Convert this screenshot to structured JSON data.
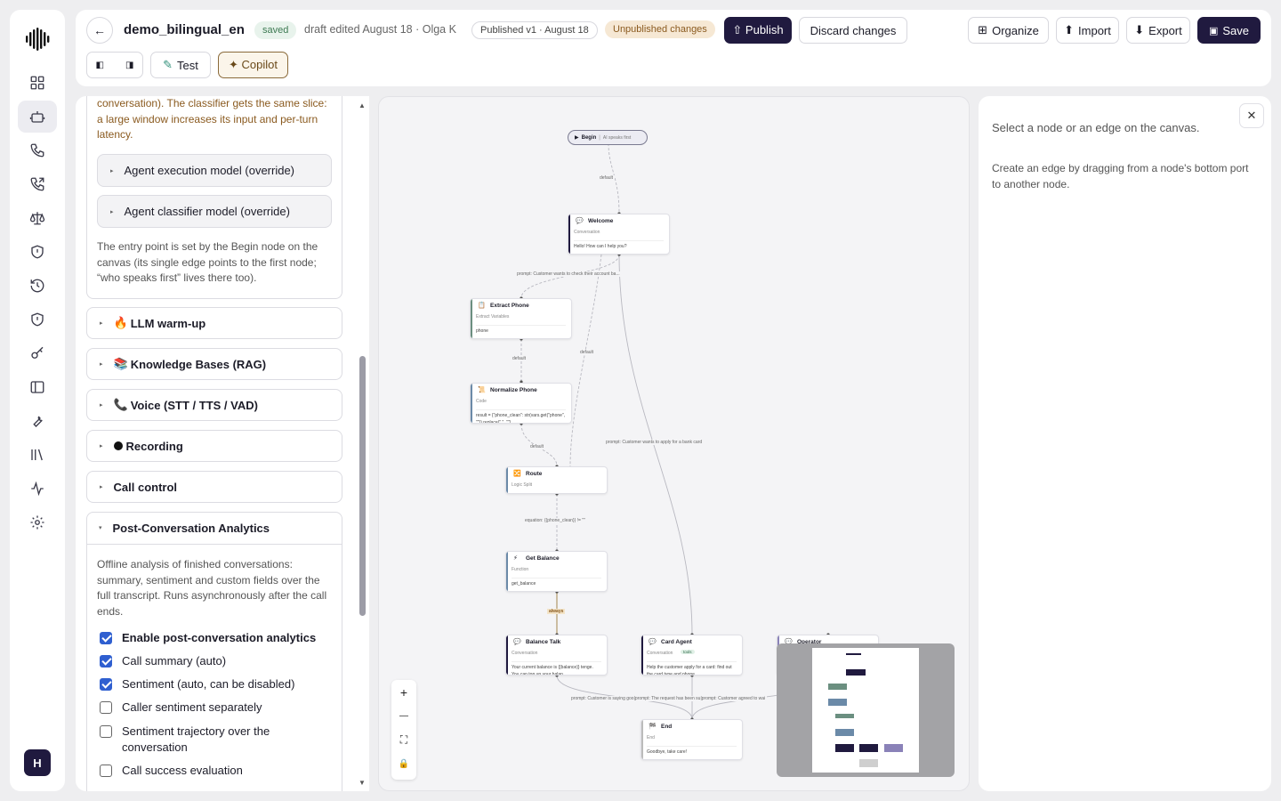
{
  "brand": {
    "accent": "#201a3f",
    "avatar_initial": "H"
  },
  "nav": [
    "dashboard-icon",
    "agents-icon",
    "phone-icon",
    "outgoing-call-icon",
    "scales-icon",
    "shield-icon",
    "history-icon",
    "shield-alt-icon",
    "key-icon",
    "panel-icon",
    "tools-icon",
    "library-icon",
    "activity-icon",
    "gear-icon"
  ],
  "header": {
    "back_label": "←",
    "title": "demo_bilingual_en",
    "saved_badge": "saved",
    "draft_info": "draft edited August 18 · Olga K",
    "published_badge": "Published v1 · August 18",
    "unpublished_badge": "Unpublished changes",
    "publish_label": "⇧ Publish",
    "discard_label": "Discard changes",
    "organize_label": "Organize",
    "import_label": "Import",
    "export_label": "Export",
    "save_label": "Save",
    "test_label": "Test",
    "copilot_label": "✦ Copilot"
  },
  "left_panel": {
    "intro_text": "conversation). The classifier gets the same slice: a large window increases its input and per-turn latency.",
    "sub_sections": [
      "Agent execution model (override)",
      "Agent classifier model (override)"
    ],
    "entry_note": "The entry point is set by the Begin node on the canvas (its single edge points to the first node; “who speaks first” lives there too).",
    "sections": [
      {
        "label": "LLM warm-up",
        "icon": "🔥"
      },
      {
        "label": "Knowledge Bases (RAG)",
        "icon": "📚"
      },
      {
        "label": "Voice (STT / TTS / VAD)",
        "icon": "📞"
      },
      {
        "label": "Recording",
        "icon": "⚫"
      },
      {
        "label": "Call control",
        "icon": ""
      }
    ],
    "analytics": {
      "label": "Post-Conversation Analytics",
      "description": "Offline analysis of finished conversations: summary, sentiment and custom fields over the full transcript. Runs asynchronously after the call ends.",
      "options": [
        {
          "label": "Enable post-conversation analytics",
          "checked": true,
          "bold": true
        },
        {
          "label": "Call summary (auto)",
          "checked": true
        },
        {
          "label": "Sentiment (auto, can be disabled)",
          "checked": true
        },
        {
          "label": "Caller sentiment separately",
          "checked": false
        },
        {
          "label": "Sentiment trajectory over the conversation",
          "checked": false
        },
        {
          "label": "Call success evaluation",
          "checked": false
        }
      ]
    }
  },
  "canvas": {
    "begin": {
      "label": "Begin",
      "sub": "AI speaks first"
    },
    "nodes": [
      {
        "id": "welcome",
        "title": "Welcome",
        "type": "Conversation",
        "body": "Hello! How can I help you?",
        "color": "#201a3f",
        "icon": "💬"
      },
      {
        "id": "extract",
        "title": "Extract Phone",
        "type": "Extract Variables",
        "body": "phone",
        "color": "#6b8f80",
        "icon": "📋"
      },
      {
        "id": "normalize",
        "title": "Normalize Phone",
        "type": "Code",
        "body": "result = {\"phone_clean\": str(vars.get(\"phone\", \"\")).replace(\" \", \"\")...",
        "color": "#6b8aa8",
        "icon": "📜"
      },
      {
        "id": "route",
        "title": "Route",
        "type": "Logic Split",
        "body": "",
        "color": "#6b8aa8",
        "icon": "🔀"
      },
      {
        "id": "balance",
        "title": "Get Balance",
        "type": "Function",
        "body": "get_balance",
        "color": "#6b8aa8",
        "icon": "⚡"
      },
      {
        "id": "balance_talk",
        "title": "Balance Talk",
        "type": "Conversation",
        "body": "Your current balance is {{balance}} tenge. You can top up your balan...",
        "color": "#201a3f",
        "icon": "💬"
      },
      {
        "id": "card_agent",
        "title": "Card Agent",
        "type": "Conversation",
        "badge": "tools",
        "body": "Help the customer apply for a card: find out the card type and phone...",
        "color": "#201a3f",
        "icon": "💬"
      },
      {
        "id": "operator",
        "title": "Operator",
        "type": "",
        "body": "",
        "color": "#8a82b8",
        "icon": "💬"
      },
      {
        "id": "end",
        "title": "End",
        "type": "End",
        "body": "Goodbye, take care!",
        "color": "#bbbbbb",
        "icon": "🏁"
      }
    ],
    "edges": {
      "e1": "default",
      "e2": "prompt: Customer wants to check their account ba...",
      "e3": "default",
      "e4": "default",
      "e5": "default",
      "e6": "prompt: Customer wants to apply for a bank card",
      "e7": "equation: {{phone_clean}} != \"\"",
      "e8": "always",
      "e9": "prompt: Customer is saying goo|prompt: The request has been su|prompt: Customer agreed to wai"
    },
    "zoom_in": "+",
    "zoom_out": "—",
    "fit": "⛶",
    "lock": "🔒"
  },
  "right_panel": {
    "line1": "Select a node or an edge on the canvas.",
    "line2": "Create an edge by dragging from a node's bottom port to another node.",
    "close": "✕"
  }
}
